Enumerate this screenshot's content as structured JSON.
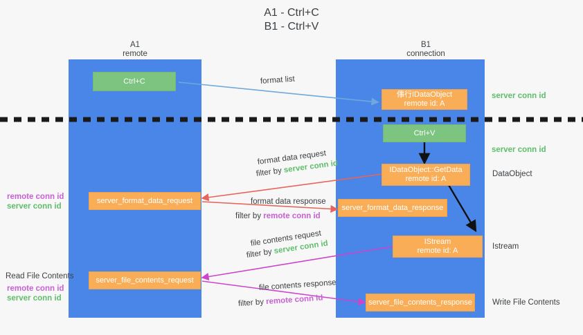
{
  "title": {
    "line1": "A1 - Ctrl+C",
    "line2": "B1 - Ctrl+V"
  },
  "columns": [
    {
      "name": "A1",
      "sub": "remote"
    },
    {
      "name": "B1",
      "sub": "connection"
    }
  ],
  "boxes": {
    "ctrl_c": "Ctrl+C",
    "ctrl_v": "Ctrl+V",
    "idataobject": {
      "line1": "倳行IDataObject",
      "line2": "remote id: A"
    },
    "getdata": {
      "line1": "IDataObject::GetData",
      "line2": "remote id: A"
    },
    "istream": {
      "line1": "IStream",
      "line2": "remote id: A"
    },
    "server_format_data_request": "server_format_data_request",
    "server_format_data_response": "server_format_data_response",
    "server_file_contents_request": "server_file_contents_request",
    "server_file_contents_response": "server_file_contents_response"
  },
  "arrow_labels": {
    "format_list": "format list",
    "format_data_request": "format data request",
    "format_data_response": "format data response",
    "file_contents_request": "file contents request",
    "file_contents_response": "file contents response",
    "filter_by": "filter by",
    "server_conn_id": "server conn id",
    "remote_conn_id": "remote conn id"
  },
  "side_labels": {
    "right_server_conn_id_top": "server conn id",
    "right_server_conn_id_mid": "server conn id",
    "right_dataobject": "DataObject",
    "right_istream": "Istream",
    "right_write_file_contents": "Write File Contents",
    "left_read_file_contents": "Read File Contents",
    "remote_conn_id": "remote conn id",
    "server_conn_id": "server conn id"
  },
  "colors": {
    "lane": "#4a86e8",
    "orange": "#f9ad56",
    "green_box": "#7cc47f",
    "green_text": "#5fbd6b",
    "purple_text": "#c95fd4",
    "red_arrow": "#e8645a",
    "magenta_arrow": "#cc44cc",
    "blue_arrow": "#6fa8dc",
    "black": "#1a1a1a",
    "background": "#f7f7f7"
  }
}
